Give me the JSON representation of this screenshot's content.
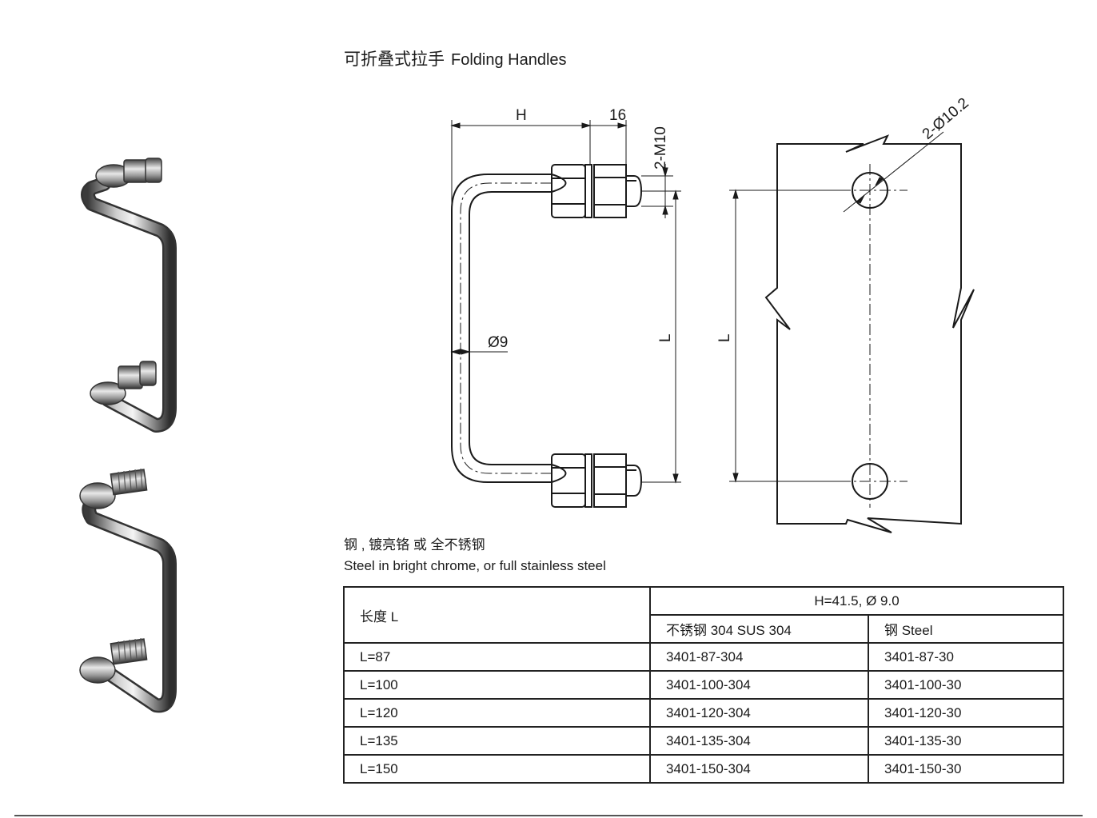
{
  "header": {
    "title_cn": "可折叠式拉手",
    "title_en": "Folding Handles"
  },
  "drawing": {
    "dim_h": "H",
    "dim_16": "16",
    "dim_thread": "2-M10",
    "dim_diameter": "Ø9",
    "dim_l_handle": "L",
    "dim_l_plate": "L",
    "dim_holes": "2-Ø10.2"
  },
  "material": {
    "line_cn": "钢 , 镀亮铬 或 全不锈钢",
    "line_en": "Steel in bright chrome, or full stainless steel"
  },
  "table": {
    "col_length": "长度 L",
    "group_header": "H=41.5,  Ø 9.0",
    "col_stainless": "不锈钢 304 SUS 304",
    "col_steel": "钢 Steel",
    "rows": [
      {
        "length": "L=87",
        "stainless": "3401-87-304",
        "steel": "3401-87-30"
      },
      {
        "length": "L=100",
        "stainless": "3401-100-304",
        "steel": "3401-100-30"
      },
      {
        "length": "L=120",
        "stainless": "3401-120-304",
        "steel": "3401-120-30"
      },
      {
        "length": "L=135",
        "stainless": "3401-135-304",
        "steel": "3401-135-30"
      },
      {
        "length": "L=150",
        "stainless": "3401-150-304",
        "steel": "3401-150-30"
      }
    ]
  }
}
